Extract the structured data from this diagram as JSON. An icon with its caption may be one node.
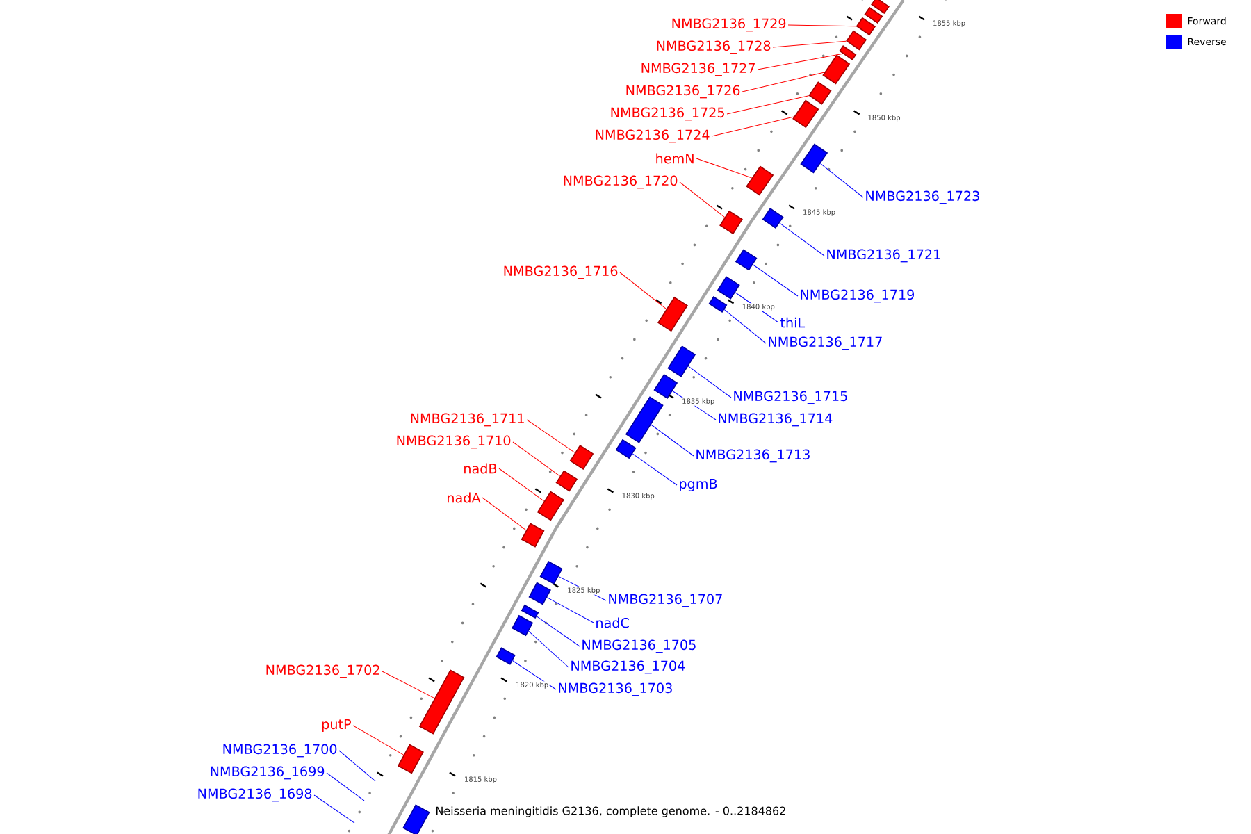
{
  "diagram": {
    "caption": "Neisseria meningitidis G2136, complete genome. - 0..2184862",
    "nodes": [
      {
        "text": [
          "NMBG2136_1729"
        ]
      },
      {
        "text": [
          "NMBG2136_1728"
        ]
      },
      {
        "text": [
          "NMBG2136_1727"
        ]
      },
      {
        "text": [
          "NMBG2136_1726"
        ]
      },
      {
        "text": [
          "NMBG2136_1725"
        ]
      },
      {
        "text": [
          "NMBG2136_1724"
        ]
      },
      {
        "text": [
          "hemN"
        ]
      },
      {
        "text": [
          "NMBG2136_1720"
        ]
      },
      {
        "text": [
          "NMBG2136_1723"
        ]
      },
      {
        "text": [
          "NMBG2136_1721"
        ]
      },
      {
        "text": [
          "NMBG2136_1716"
        ]
      },
      {
        "text": [
          "NMBG2136_1719"
        ]
      },
      {
        "text": [
          "thiL"
        ]
      },
      {
        "text": [
          "NMBG2136_1717"
        ]
      },
      {
        "text": [
          "NMBG2136_1715"
        ]
      },
      {
        "text": [
          "NMBG2136_1711"
        ]
      },
      {
        "text": [
          "NMBG2136_1714"
        ]
      },
      {
        "text": [
          "NMBG2136_1710"
        ]
      },
      {
        "text": [
          "NMBG2136_1713"
        ]
      },
      {
        "text": [
          "nadB"
        ]
      },
      {
        "text": [
          "pgmB"
        ]
      },
      {
        "text": [
          "nadA"
        ]
      },
      {
        "text": [
          "NMBG2136_1707"
        ]
      },
      {
        "text": [
          "nadC"
        ]
      },
      {
        "text": [
          "NMBG2136_1705"
        ]
      },
      {
        "text": [
          "NMBG2136_1704"
        ]
      },
      {
        "text": [
          "NMBG2136_1702"
        ]
      },
      {
        "text": [
          "NMBG2136_1703"
        ]
      },
      {
        "text": [
          "putP"
        ]
      },
      {
        "text": [
          "NMBG2136_1700"
        ]
      },
      {
        "text": [
          "NMBG2136_1699"
        ]
      },
      {
        "text": [
          "NMBG2136_1698"
        ]
      },
      {
        "text": [],
        "shape": "box"
      },
      {
        "text": [],
        "shape": "box"
      },
      {
        "text": [],
        "shape": "box"
      },
      {
        "text": [],
        "shape": "box"
      },
      {
        "text": [],
        "shape": "box"
      },
      {
        "text": [],
        "shape": "box"
      },
      {
        "text": [],
        "shape": "box"
      },
      {
        "text": [],
        "shape": "box"
      },
      {
        "text": [],
        "shape": "box"
      },
      {
        "text": [],
        "shape": "box"
      },
      {
        "text": [],
        "shape": "box"
      },
      {
        "text": [],
        "shape": "box"
      },
      {
        "text": [],
        "shape": "box"
      },
      {
        "text": [],
        "shape": "box"
      },
      {
        "text": [],
        "shape": "box"
      },
      {
        "text": [],
        "shape": "box"
      },
      {
        "text": [],
        "shape": "box"
      },
      {
        "text": [],
        "shape": "box"
      },
      {
        "text": [],
        "shape": "box"
      },
      {
        "text": [],
        "shape": "box"
      },
      {
        "text": [],
        "shape": "box"
      },
      {
        "text": [],
        "shape": "box"
      },
      {
        "text": [],
        "shape": "box"
      },
      {
        "text": [],
        "shape": "box"
      },
      {
        "text": [],
        "shape": "box"
      },
      {
        "text": [],
        "shape": "box"
      },
      {
        "text": [],
        "shape": "box"
      },
      {
        "text": [],
        "shape": "box"
      },
      {
        "text": [],
        "shape": "box"
      },
      {
        "text": [],
        "shape": "box"
      },
      {
        "text": [],
        "shape": "box"
      },
      {
        "text": [],
        "shape": "box"
      }
    ],
    "edges": [
      {
        "from": 0,
        "to": 34,
        "arrow": "none",
        "color": "#ff0000"
      },
      {
        "from": 1,
        "to": 35,
        "arrow": "none",
        "color": "#ff0000"
      },
      {
        "from": 2,
        "to": 36,
        "arrow": "none",
        "color": "#ff0000"
      },
      {
        "from": 3,
        "to": 37,
        "arrow": "none",
        "color": "#ff0000"
      },
      {
        "from": 4,
        "to": 38,
        "arrow": "none",
        "color": "#ff0000"
      },
      {
        "from": 5,
        "to": 39,
        "arrow": "none",
        "color": "#ff0000"
      },
      {
        "from": 6,
        "to": 41,
        "arrow": "none",
        "color": "#ff0000"
      },
      {
        "from": 7,
        "to": 43,
        "arrow": "none",
        "color": "#ff0000"
      },
      {
        "from": 8,
        "to": 40,
        "arrow": "none",
        "color": "#0000ff"
      },
      {
        "from": 9,
        "to": 42,
        "arrow": "none",
        "color": "#0000ff"
      },
      {
        "from": 10,
        "to": 47,
        "arrow": "none",
        "color": "#ff0000"
      },
      {
        "from": 11,
        "to": 44,
        "arrow": "none",
        "color": "#0000ff"
      },
      {
        "from": 12,
        "to": 45,
        "arrow": "none",
        "color": "#0000ff"
      },
      {
        "from": 13,
        "to": 46,
        "arrow": "none",
        "color": "#0000ff"
      },
      {
        "from": 14,
        "to": 48,
        "arrow": "none",
        "color": "#0000ff"
      },
      {
        "from": 15,
        "to": 52,
        "arrow": "none",
        "color": "#ff0000"
      },
      {
        "from": 16,
        "to": 49,
        "arrow": "none",
        "color": "#0000ff"
      },
      {
        "from": 17,
        "to": 53,
        "arrow": "none",
        "color": "#ff0000"
      },
      {
        "from": 18,
        "to": 50,
        "arrow": "none",
        "color": "#0000ff"
      },
      {
        "from": 19,
        "to": 54,
        "arrow": "none",
        "color": "#ff0000"
      },
      {
        "from": 20,
        "to": 51,
        "arrow": "none",
        "color": "#0000ff"
      },
      {
        "from": 21,
        "to": 55,
        "arrow": "none",
        "color": "#ff0000"
      },
      {
        "from": 22,
        "to": 56,
        "arrow": "none",
        "color": "#0000ff"
      },
      {
        "from": 23,
        "to": 57,
        "arrow": "none",
        "color": "#0000ff"
      },
      {
        "from": 24,
        "to": 58,
        "arrow": "none",
        "color": "#0000ff"
      },
      {
        "from": 25,
        "to": 59,
        "arrow": "none",
        "color": "#0000ff"
      },
      {
        "from": 26,
        "to": 61,
        "arrow": "none",
        "color": "#ff0000"
      },
      {
        "from": 27,
        "to": 60,
        "arrow": "none",
        "color": "#0000ff"
      },
      {
        "from": 28,
        "to": 62,
        "arrow": "none",
        "color": "#ff0000"
      },
      {
        "from": 29,
        "to": null,
        "arrow": "none",
        "color": "#0000ff"
      },
      {
        "from": 30,
        "to": null,
        "arrow": "none",
        "color": "#0000ff"
      },
      {
        "from": 31,
        "to": null,
        "arrow": "none",
        "color": "#0000ff"
      }
    ],
    "labels": [
      "1855 kbp",
      "1850 kbp",
      "1845 kbp",
      "1840 kbp",
      "1835 kbp",
      "1830 kbp",
      "1825 kbp",
      "1820 kbp",
      "1815 kbp"
    ],
    "legend": [
      {
        "text": "Forward",
        "color": "#ff0000"
      },
      {
        "text": "Reverse",
        "color": "#0000ff"
      }
    ]
  }
}
